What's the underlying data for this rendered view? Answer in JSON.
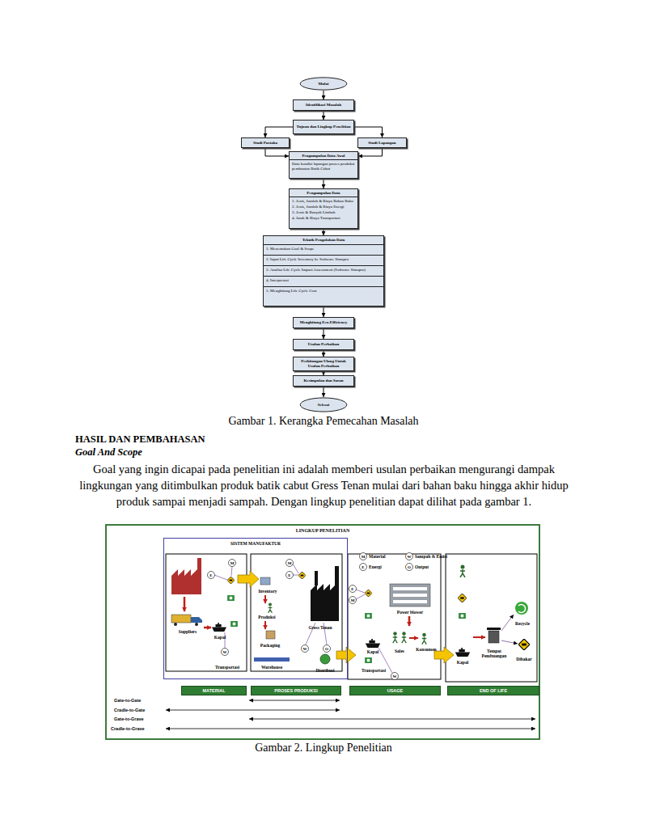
{
  "diagram": {
    "caption": "Gambar 1. Kerangka Pemecahan Masalah",
    "nodes": [
      {
        "text": [
          "Mulai"
        ]
      },
      {
        "text": [
          "Identifikasi Masalah"
        ]
      },
      {
        "text": [
          "Tujuan dan Lingkup Penelitian"
        ]
      },
      {
        "text": [
          "Studi Pustaka"
        ]
      },
      {
        "text": [
          "Studi Lapangan"
        ]
      },
      {
        "text": [
          "Pengumpulan Data Awal",
          "Data kondisi lapangan proses produksi pembuatan Batik Cabut"
        ]
      },
      {
        "text": [
          "Pengumpulan Data",
          "1. Jenis, Jumlah & Biaya Bahan Baku",
          "2. Jenis, Jumlah & Biaya Energi",
          "3. Jenis & Banyak Limbah",
          "4. Jarak & Biaya Transportasi"
        ]
      },
      {
        "text": [
          "Teknik Pengolahan Data",
          "1. Menentukan Goal & Scope",
          "2. Input Life Cycle Inventory ke Software Simapro",
          "3. Analisa Life Cycle Impact Assessment (Software Simapro)",
          "4. Interpretasi",
          "5. Menghitung Life Cycle Cost"
        ]
      },
      {
        "text": [
          "Menghitung Eco-Efficiency"
        ]
      },
      {
        "text": [
          "Usulan Perbaikan"
        ]
      },
      {
        "text": [
          "Perhitungan Ulang Untuk Usulan Perbaikan"
        ]
      },
      {
        "text": [
          "Kesimpulan dan Saran"
        ]
      },
      {
        "text": [
          "Selesai"
        ]
      },
      {
        "text": [
          "LINGKUP PENELITIAN"
        ]
      },
      {
        "text": [
          "SISTEM MANUFAKTUR"
        ],
        "in": 13
      },
      {
        "text": [
          "MATERIAL"
        ],
        "in": 13
      },
      {
        "text": [
          "PROSES PRODUKSI"
        ],
        "in": 13
      },
      {
        "text": [
          "USAGE"
        ],
        "in": 13
      },
      {
        "text": [
          "END OF LIFE"
        ],
        "in": 13
      }
    ],
    "edges": [
      {
        "from": 0,
        "to": 1,
        "arrow": "to"
      },
      {
        "from": 1,
        "to": 2,
        "arrow": "to"
      },
      {
        "from": 2,
        "to": 3,
        "arrow": "to"
      },
      {
        "from": 2,
        "to": 4,
        "arrow": "to"
      },
      {
        "from": 3,
        "to": 5,
        "arrow": "to"
      },
      {
        "from": 4,
        "to": 5,
        "arrow": "to"
      },
      {
        "from": 5,
        "to": 6,
        "arrow": "to"
      },
      {
        "from": 6,
        "to": 7,
        "arrow": "to"
      },
      {
        "from": 7,
        "to": 8,
        "arrow": "to"
      },
      {
        "from": 8,
        "to": 9,
        "arrow": "to"
      },
      {
        "from": 9,
        "to": 10,
        "arrow": "to"
      },
      {
        "from": 10,
        "to": 11,
        "arrow": "to"
      },
      {
        "from": 11,
        "to": 12,
        "arrow": "to"
      }
    ],
    "labels": [
      "HASIL DAN PEMBAHASAN",
      "Goal And Scope",
      "Goal yang ingin dicapai pada penelitian ini adalah memberi usulan perbaikan mengurangi dampak lingkungan yang ditimbulkan produk batik cabut Gress Tenan mulai dari bahan baku hingga akhir hidup produk sampai menjadi sampah. Dengan lingkup penelitian dapat dilihat pada gambar 1.",
      "M",
      "W",
      "E",
      "O",
      "E",
      "M",
      "Suppliers",
      "Kapal",
      "W",
      "Transportasi",
      "M",
      "E",
      "Inventory",
      "Produksi",
      "Packaging",
      "Gress Tenan",
      "W",
      "O",
      "Warehouse",
      "Distribusi",
      "E",
      "M",
      "Power blower",
      "Kapal",
      "Sales",
      "Konsumen",
      "Transportasi",
      "W",
      "Recycle",
      "Kapal",
      "Tempat Pembuangan",
      "Dibakar",
      "Gate-to-Gate",
      "Cradle-to-Gate",
      "Gate-to-Grave",
      "Cradle-to-Grave",
      "Gambar 2. Lingkup Penelitian"
    ],
    "legend": [
      {
        "text": "Material"
      },
      {
        "text": "Sampah & Emisi"
      },
      {
        "text": "Energi"
      },
      {
        "text": "Output"
      }
    ]
  }
}
